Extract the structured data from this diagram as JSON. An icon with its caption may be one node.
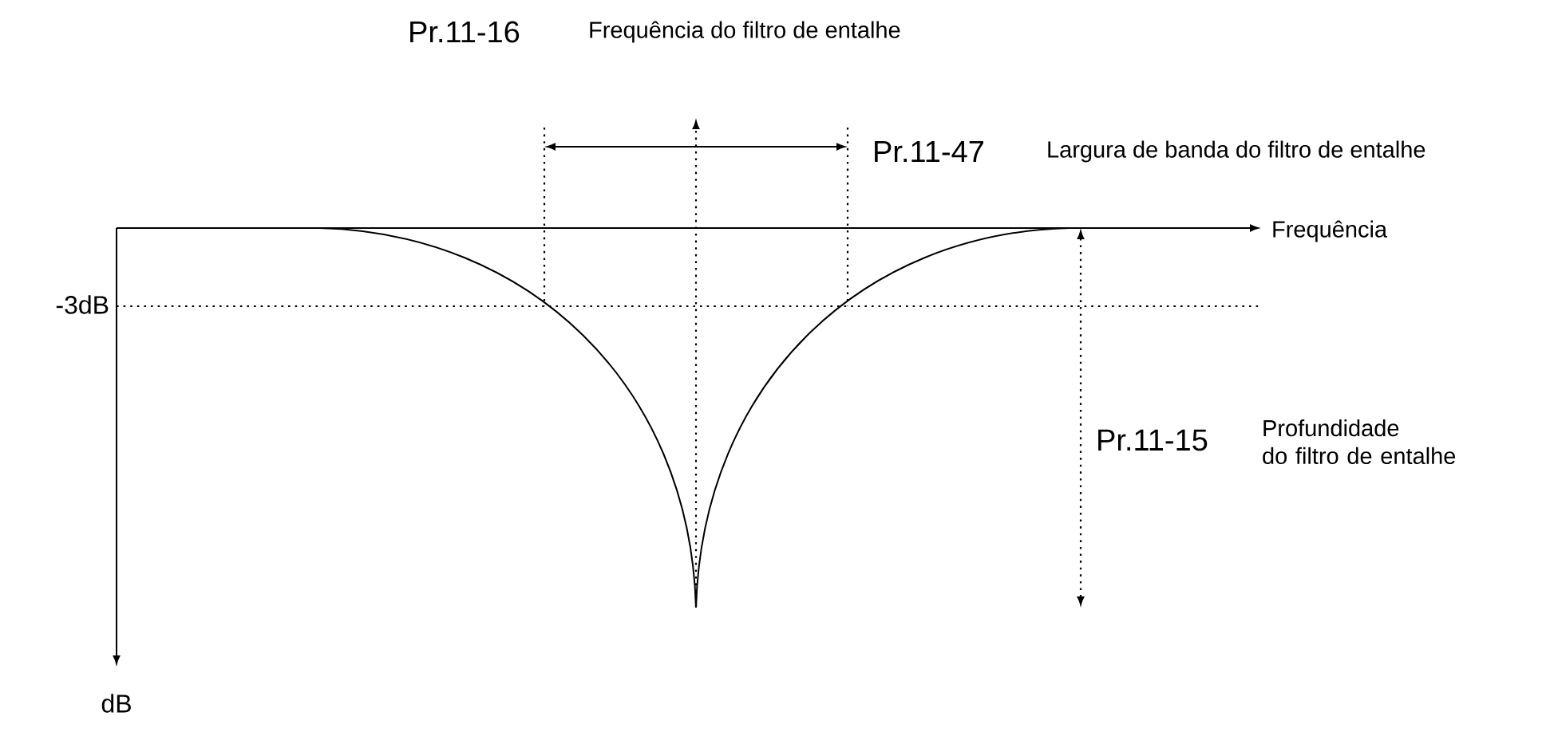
{
  "diagram": {
    "labels": [
      "Pr.11-16",
      "Frequência do filtro de entalhe",
      "Pr.11-47",
      "Largura de banda do filtro de entalhe",
      "Frequência",
      "-3dB",
      "Pr.11-15",
      "Profundidade do filtro de entalhe",
      "dB"
    ]
  }
}
